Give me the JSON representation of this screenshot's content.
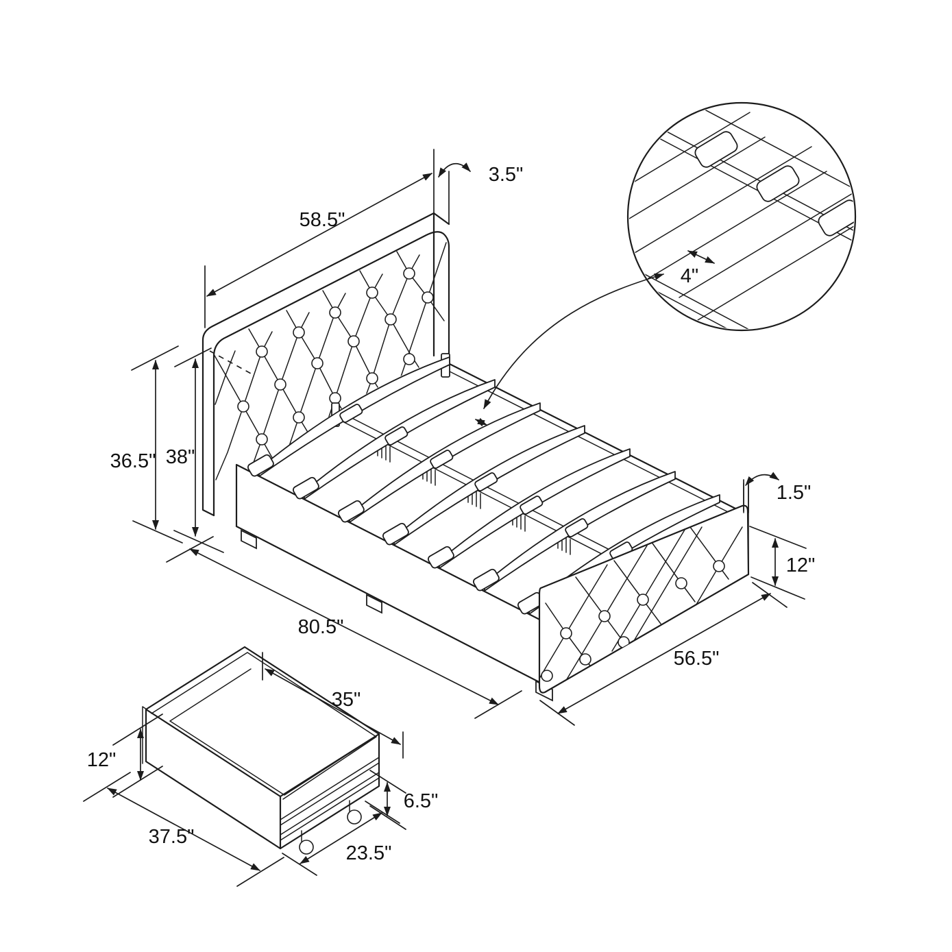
{
  "drawing": {
    "type": "isometric assembly dimension diagram",
    "subject": "upholstered platform storage bed with tufted headboard, wood slats and rolling under-bed storage drawer",
    "line_color": "#1c1c1c",
    "background_color": "#ffffff"
  },
  "dimensions": {
    "headboard_thickness": "3.5\"",
    "headboard_width": "58.5\"",
    "height_to_headboard_front": "36.5\"",
    "headboard_total_height": "38\"",
    "bed_length": "80.5\"",
    "bed_width": "56.5\"",
    "frame_lip_height": "1.5\"",
    "side_rail_height": "12\"",
    "slat_spacing": "4\"",
    "drawer_opening_length": "35\"",
    "drawer_back_height": "12\"",
    "drawer_length": "37.5\"",
    "drawer_depth": "23.5\"",
    "drawer_side_height": "6.5\""
  }
}
